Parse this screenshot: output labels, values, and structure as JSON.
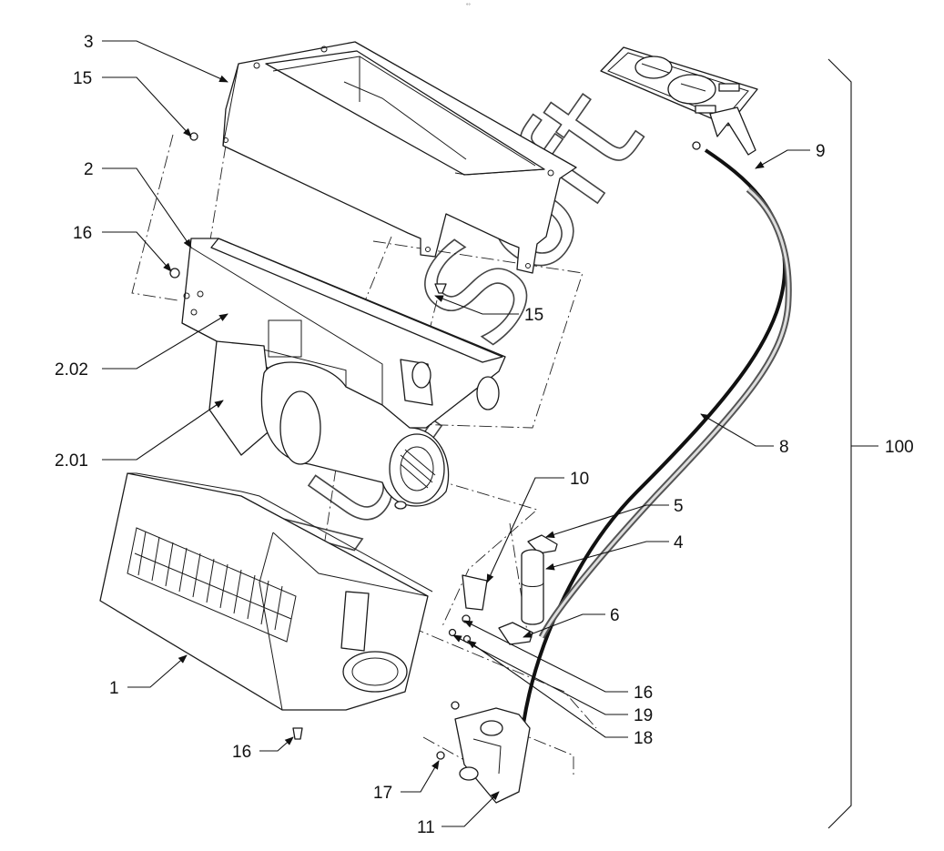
{
  "diagram": {
    "watermark": "AutoSoft",
    "header_mark": "°°",
    "group_label": "100",
    "callouts": [
      {
        "id": "c3",
        "text": "3"
      },
      {
        "id": "c15a",
        "text": "15"
      },
      {
        "id": "c2",
        "text": "2"
      },
      {
        "id": "c16a",
        "text": "16"
      },
      {
        "id": "c15b",
        "text": "15"
      },
      {
        "id": "c202",
        "text": "2.02"
      },
      {
        "id": "c201",
        "text": "2.01"
      },
      {
        "id": "c10",
        "text": "10"
      },
      {
        "id": "c5",
        "text": "5"
      },
      {
        "id": "c4",
        "text": "4"
      },
      {
        "id": "c6",
        "text": "6"
      },
      {
        "id": "c8",
        "text": "8"
      },
      {
        "id": "c9",
        "text": "9"
      },
      {
        "id": "c16b",
        "text": "16"
      },
      {
        "id": "c19",
        "text": "19"
      },
      {
        "id": "c18",
        "text": "18"
      },
      {
        "id": "c1",
        "text": "1"
      },
      {
        "id": "c16c",
        "text": "16"
      },
      {
        "id": "c17",
        "text": "17"
      },
      {
        "id": "c11",
        "text": "11"
      }
    ]
  }
}
